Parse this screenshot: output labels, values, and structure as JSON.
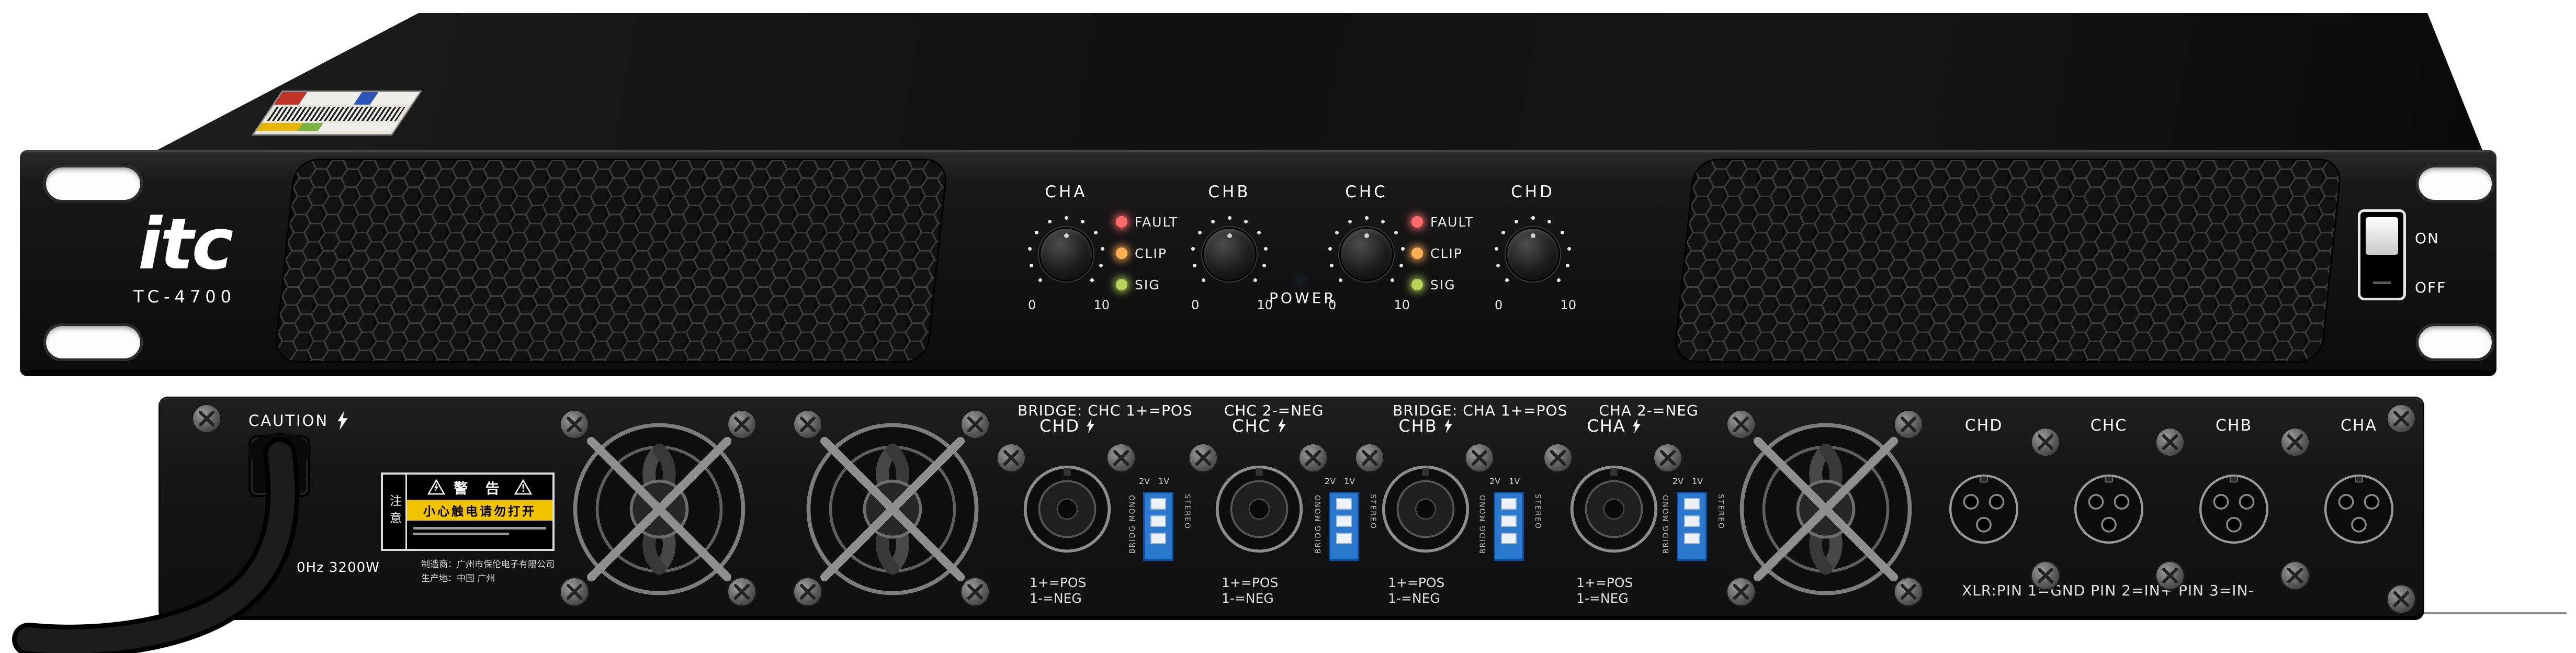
{
  "device": {
    "brand": "itc",
    "model": "TC-4700"
  },
  "front": {
    "channels": [
      {
        "label": "CHA",
        "min": "0",
        "max": "10"
      },
      {
        "label": "CHB",
        "min": "0",
        "max": "10"
      },
      {
        "label": "CHC",
        "min": "0",
        "max": "10"
      },
      {
        "label": "CHD",
        "min": "0",
        "max": "10"
      }
    ],
    "leds": [
      {
        "label": "FAULT",
        "color": "#ff6b6b"
      },
      {
        "label": "CLIP",
        "color": "#ffb054"
      },
      {
        "label": "SIG",
        "color": "#b8d35a"
      }
    ],
    "power_label": "POWER",
    "power_led_color": "#59b3ff",
    "switch": {
      "on": "ON",
      "off": "OFF"
    }
  },
  "rear": {
    "caution": "CAUTION",
    "power_text": "0Hz 3200W",
    "mfg_line1": "制造商：广州市保伦电子有限公司",
    "mfg_line2": "生产地：中国 广州",
    "warning_label": {
      "title": "警 告",
      "caution_line": "小心触电请勿打开",
      "side_text": "注意"
    },
    "bridge_labels": [
      {
        "left": "BRIDGE: CHC 1+=POS",
        "right": "CHC 2-=NEG"
      },
      {
        "left": "BRIDGE: CHA 1+=POS",
        "right": "CHA 2-=NEG"
      }
    ],
    "speakons": [
      {
        "label": "CHD"
      },
      {
        "label": "CHC"
      },
      {
        "label": "CHB"
      },
      {
        "label": "CHA"
      }
    ],
    "pos_label": "1+=POS",
    "neg_label": "1-=NEG",
    "dip": {
      "v2": "2V",
      "v1": "1V",
      "bridg": "BRIDG",
      "mono": "MONO",
      "stereo": "STEREO"
    },
    "xlr_channels": [
      "CHD",
      "CHC",
      "CHB",
      "CHA"
    ],
    "xlr_pin_text": "XLR:PIN 1=GND PIN 2=IN+ PIN 3=IN-"
  },
  "colors": {
    "dip_blue": "#2b79cf",
    "warning_yellow": "#f2c400",
    "chassis": "#141414"
  }
}
